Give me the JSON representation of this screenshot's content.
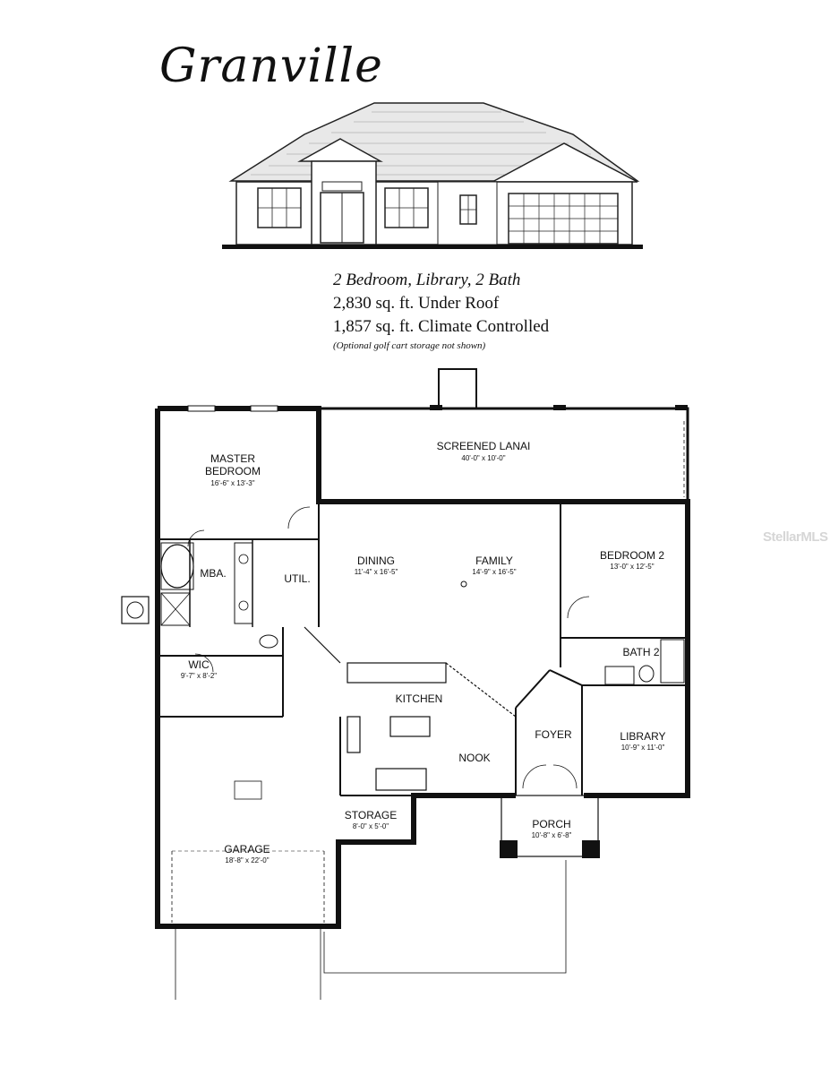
{
  "header": {
    "title": "Granville"
  },
  "summary": {
    "line1": "2 Bedroom, Library, 2 Bath",
    "line2": "2,830 sq. ft. Under Roof",
    "line3": "1,857 sq. ft. Climate Controlled",
    "note": "(Optional golf cart storage not shown)"
  },
  "watermark": "StellarMLS",
  "rooms": {
    "master": {
      "name1": "MASTER",
      "name2": "BEDROOM",
      "dim": "16'-6\" x 13'-3\""
    },
    "lanai": {
      "name": "SCREENED LANAI",
      "dim": "40'-0\" x 10'-0\""
    },
    "mba": {
      "name": "MBA."
    },
    "util": {
      "name": "UTIL."
    },
    "dining": {
      "name": "DINING",
      "dim": "11'-4\" x 16'-5\""
    },
    "family": {
      "name": "FAMILY",
      "dim": "14'-9\" x 16'-5\""
    },
    "bedroom2": {
      "name": "BEDROOM 2",
      "dim": "13'-0\" x 12'-5\""
    },
    "bath2": {
      "name": "BATH 2"
    },
    "wic": {
      "name": "WIC",
      "dim": "9'-7\" x 8'-2\""
    },
    "kitchen": {
      "name": "KITCHEN"
    },
    "foyer": {
      "name": "FOYER"
    },
    "library": {
      "name": "LIBRARY",
      "dim": "10'-9\" x 11'-0\""
    },
    "nook": {
      "name": "NOOK"
    },
    "storage": {
      "name": "STORAGE",
      "dim": "8'-0\" x 5'-0\""
    },
    "porch": {
      "name": "PORCH",
      "dim": "10'-8\" x 6'-8\""
    },
    "garage": {
      "name": "GARAGE",
      "dim": "18'-8\" x 22'-0\""
    }
  }
}
